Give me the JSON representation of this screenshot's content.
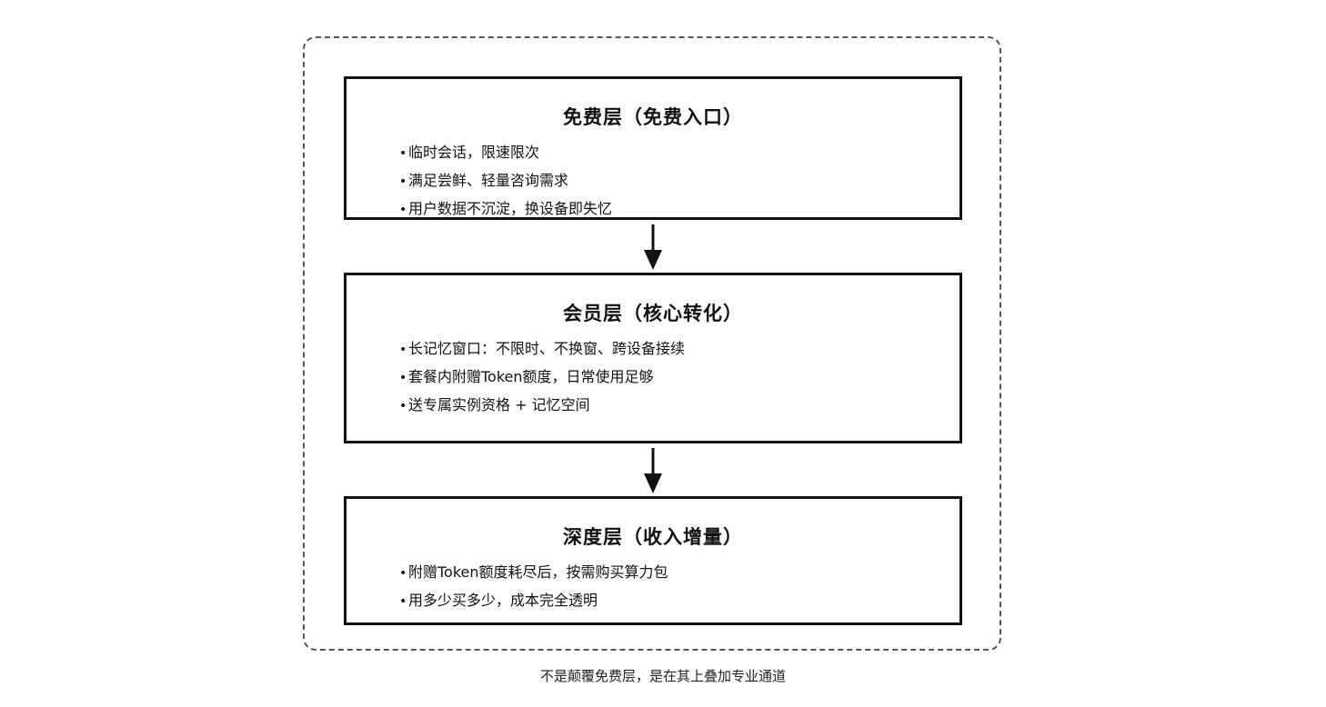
{
  "tiers": [
    {
      "title": "免费层（免费入口）",
      "bullets": [
        "临时会话，限速限次",
        "满足尝鲜、轻量咨询需求",
        "用户数据不沉淀，换设备即失忆"
      ]
    },
    {
      "title": "会员层（核心转化）",
      "bullets": [
        "长记忆窗口：不限时、不换窗、跨设备接续",
        "套餐内附赠Token额度，日常使用足够",
        "送专属实例资格 + 记忆空间"
      ]
    },
    {
      "title": "深度层（收入增量）",
      "bullets": [
        "附赠Token额度耗尽后，按需购买算力包",
        "用多少买多少，成本完全透明"
      ]
    }
  ],
  "caption": "不是颠覆免费层，是在其上叠加专业通道"
}
